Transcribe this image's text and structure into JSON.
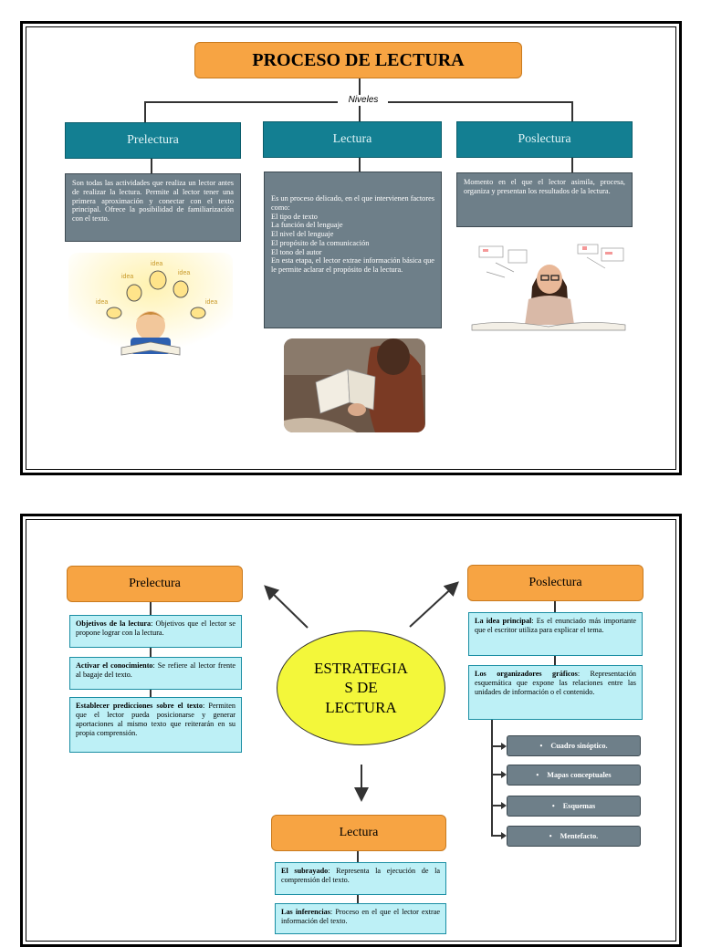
{
  "top": {
    "title": "PROCESO DE LECTURA",
    "connector_label": "Niveles",
    "levels": [
      {
        "label": "Prelectura",
        "text": "Son todas las actividades que realiza un lector antes de realizar la lectura. Permite al lector tener una primera aproximación y conectar con el texto principal. Ofrece la posibilidad de familiarización con el texto."
      },
      {
        "label": "Lectura",
        "lines": [
          "Es un proceso delicado, en el que intervienen factores como:",
          "El tipo de texto",
          "La función del lenguaje",
          "El nivel del lenguaje",
          "El propósito de la comunicación",
          "El tono del autor",
          "En esta etapa, el lector extrae información básica que le permite aclarar el propósito de la lectura."
        ]
      },
      {
        "label": "Poslectura",
        "text": "Momento en el que el lector asimila, procesa, organiza y presentan los resultados de la lectura."
      }
    ],
    "bulb_labels": [
      "idea",
      "idea",
      "idea",
      "idea",
      "idea"
    ]
  },
  "bottom": {
    "center_title": "ESTRATEGIA S DE LECTURA",
    "center_lines": [
      "ESTRATEGIA",
      "S DE",
      "LECTURA"
    ],
    "prelectura": {
      "label": "Prelectura",
      "items": [
        {
          "term": "Objetivos de la lectura",
          "desc": ": Objetivos que el lector se propone lograr con la lectura."
        },
        {
          "term": "Activar el conocimiento",
          "desc": ": Se refiere al lector frente al bagaje del texto."
        },
        {
          "term": "Establecer predicciones sobre el texto",
          "desc": ": Permiten que el lector pueda posicionarse y generar aportaciones al mismo texto que reiterarán en su propia comprensión."
        }
      ]
    },
    "poslectura": {
      "label": "Poslectura",
      "items": [
        {
          "term": "La idea principal",
          "desc": ": Es el enunciado más importante que el escritor utiliza para explicar el tema."
        },
        {
          "term": "Los organizadores gráficos",
          "desc": ": Representación esquemática que expone las relaciones entre las unidades de información o el contenido."
        }
      ],
      "organizers": [
        "Cuadro sinóptico.",
        "Mapas conceptuales",
        "Esquemas",
        "Mentefacto."
      ]
    },
    "lectura": {
      "label": "Lectura",
      "items": [
        {
          "term": "El subrayado",
          "desc": ": Representa la ejecución de la comprensión del texto."
        },
        {
          "term": "Las inferencias",
          "desc": ": Proceso en el que el lector extrae información del texto."
        }
      ]
    }
  },
  "colors": {
    "orange": "#f7a443",
    "teal": "#137f92",
    "gray": "#6e7f89",
    "cyan": "#bdf0f6",
    "ellipse": "#f3f73a"
  }
}
